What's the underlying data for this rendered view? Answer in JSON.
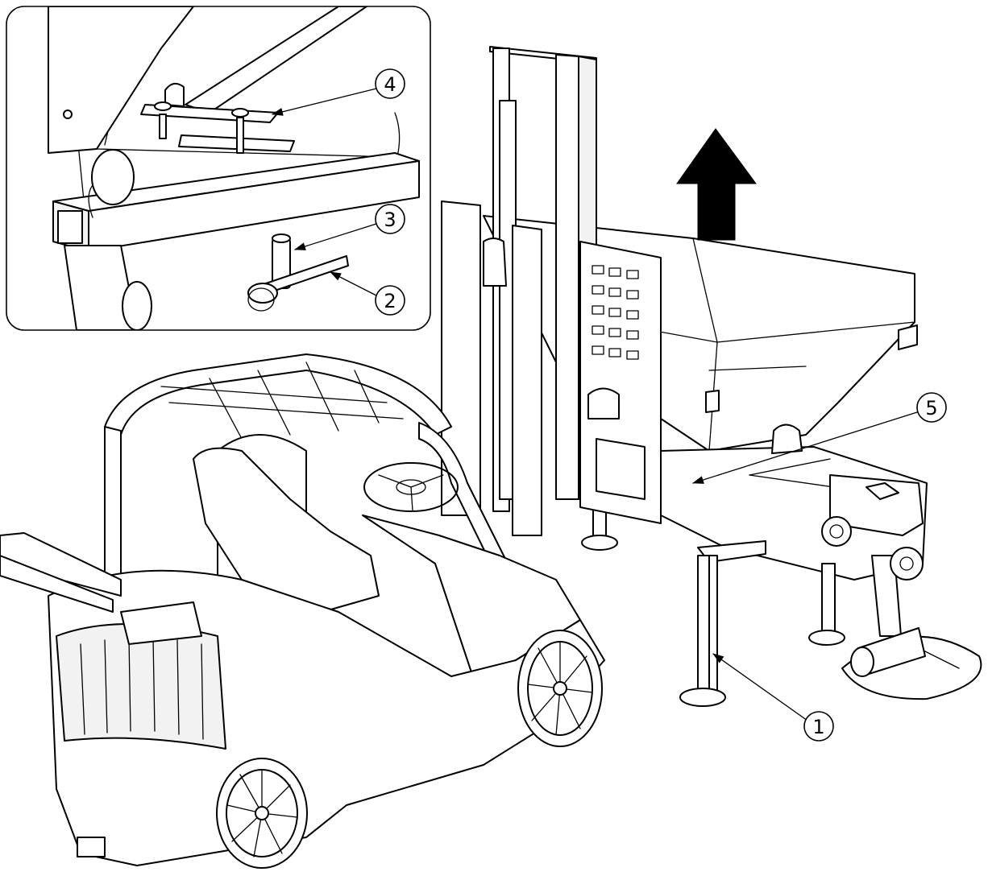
{
  "callouts": [
    {
      "id": "1",
      "label": "1"
    },
    {
      "id": "2",
      "label": "2"
    },
    {
      "id": "3",
      "label": "3"
    },
    {
      "id": "4",
      "label": "4"
    },
    {
      "id": "5",
      "label": "5"
    }
  ],
  "colors": {
    "line": "#000000",
    "background": "#ffffff",
    "arrow": "#000000"
  },
  "icons": {
    "lift_direction": "up-arrow-icon"
  }
}
